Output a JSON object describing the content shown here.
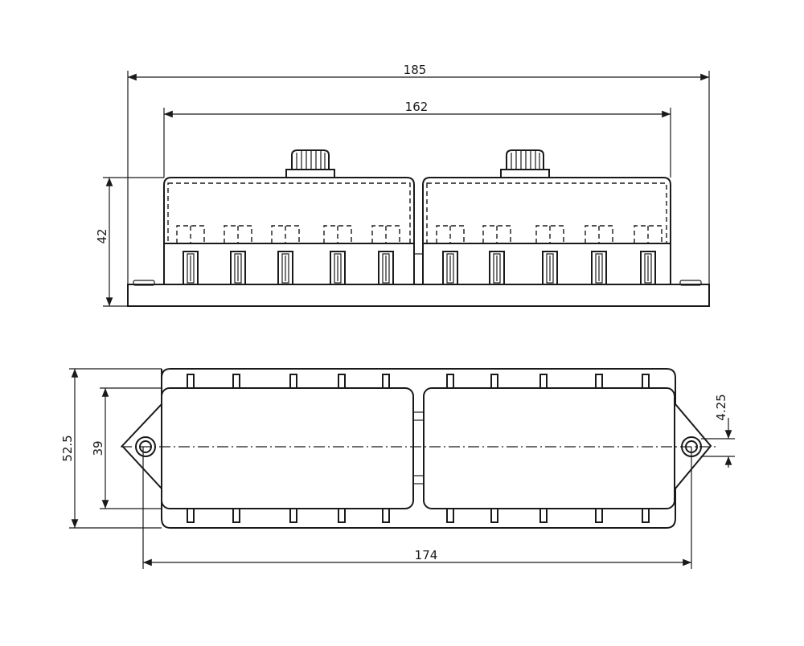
{
  "dimensions": {
    "overall_width_top": "185",
    "cover_span_top": "162",
    "height_side": "42",
    "depth_side": "52.5",
    "cover_depth_side": "39",
    "mount_hole_spacing": "174",
    "mount_ear_offset": "4.25"
  },
  "colors": {
    "line": "#1a1a1a",
    "background": "#ffffff"
  }
}
